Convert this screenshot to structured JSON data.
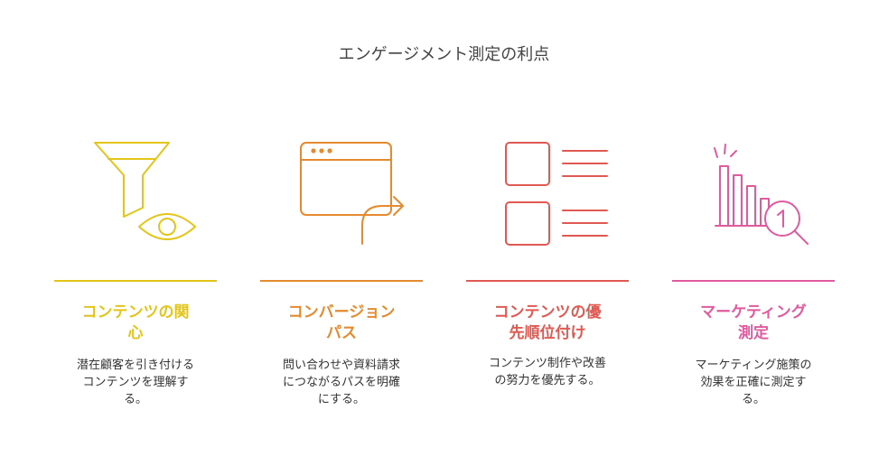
{
  "title": "エンゲージメント測定の利点",
  "colors": {
    "yellow": "#e3c51a",
    "orange": "#e58a2e",
    "red": "#e05a53",
    "pink": "#e05aa0"
  },
  "items": [
    {
      "icon": "funnel-eye-icon",
      "heading": "コンテンツの関\n心",
      "desc": "潜在顧客を引き付ける\nコンテンツを理解す\nる。"
    },
    {
      "icon": "browser-redirect-icon",
      "heading": "コンバージョン\nパス",
      "desc": "問い合わせや資料請求\nにつながるパスを明確\nにする。"
    },
    {
      "icon": "priority-list-icon",
      "heading": "コンテンツの優\n先順位付け",
      "desc": "コンテンツ制作や改善\nの努力を優先する。"
    },
    {
      "icon": "chart-magnifier-icon",
      "heading": "マーケティング\n測定",
      "desc": "マーケティング施策の\n効果を正確に測定す\nる。"
    }
  ]
}
